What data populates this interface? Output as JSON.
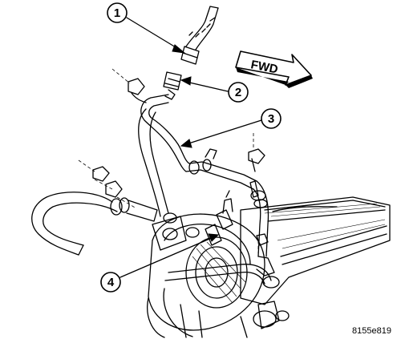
{
  "diagram": {
    "callouts": [
      {
        "id": "callout-1",
        "label": "1"
      },
      {
        "id": "callout-2",
        "label": "2"
      },
      {
        "id": "callout-3",
        "label": "3"
      },
      {
        "id": "callout-4",
        "label": "4"
      }
    ],
    "direction_label": "FWD",
    "figure_id": "8155e819"
  }
}
